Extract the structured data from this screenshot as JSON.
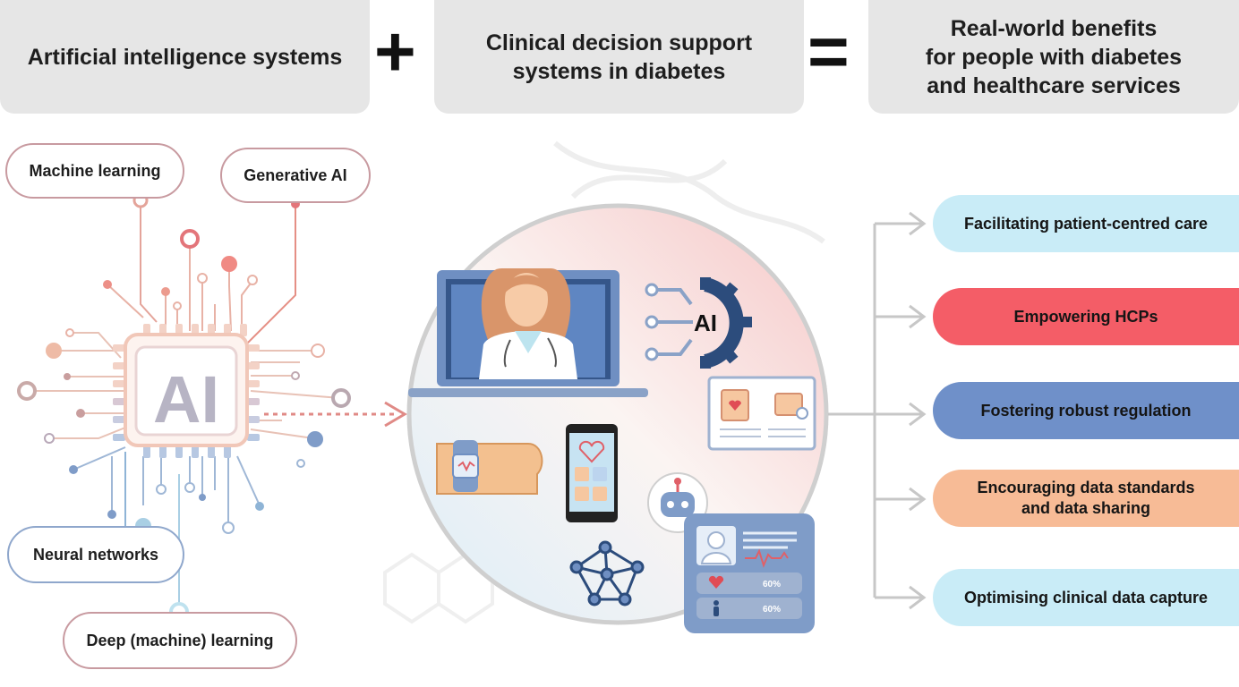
{
  "header": {
    "box1": "Artificial intelligence systems",
    "plus": "+",
    "box2": "Clinical decision support\nsystems in diabetes",
    "equals": "=",
    "box3": "Real-world benefits\nfor people with diabetes\nand healthcare services"
  },
  "ai_types": {
    "machine_learning": "Machine learning",
    "generative_ai": "Generative AI",
    "neural_networks": "Neural networks",
    "deep_learning": "Deep (machine) learning",
    "chip_label": "AI"
  },
  "center": {
    "ai_gear_label": "AI",
    "metric1": "60%",
    "metric2": "60%"
  },
  "benefits": [
    {
      "label": "Facilitating patient-centred care",
      "color": "#c9ecf7"
    },
    {
      "label": "Empowering HCPs",
      "color": "#f45d67"
    },
    {
      "label": "Fostering robust regulation",
      "color": "#6f90c9"
    },
    {
      "label": "Encouraging data standards\nand data sharing",
      "color": "#f7bb96"
    },
    {
      "label": "Optimising clinical data capture",
      "color": "#c9ecf7"
    }
  ],
  "icons": [
    "doctor-laptop-icon",
    "ai-gear-icon",
    "clipboard-icon",
    "calendar-icon",
    "smartwatch-icon",
    "smartphone-icon",
    "robot-icon",
    "patient-profile-icon",
    "network-icon",
    "heart-icon",
    "person-icon"
  ]
}
